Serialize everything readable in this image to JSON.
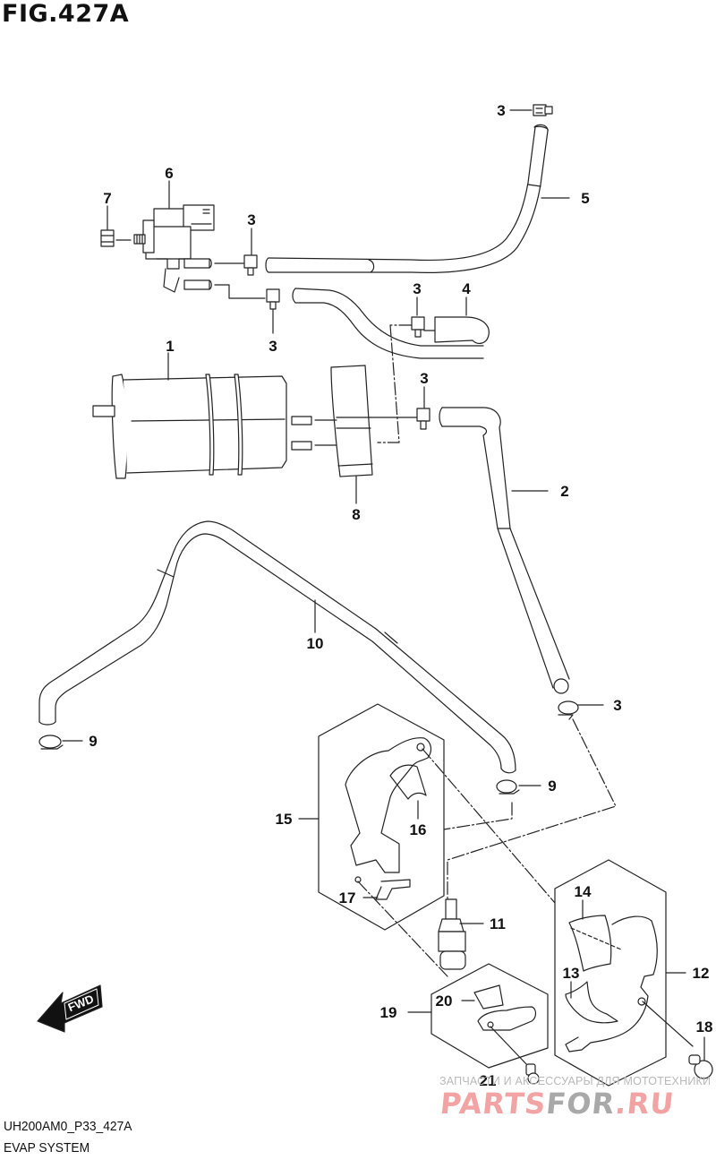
{
  "figure": {
    "title": "FIG.427A",
    "code": "UH200AM0_P33_427A",
    "name": "EVAP SYSTEM"
  },
  "direction_indicator": {
    "label": "FWD"
  },
  "callouts": [
    {
      "id": "c1",
      "label": "1",
      "part": "canister"
    },
    {
      "id": "c2",
      "label": "2",
      "part": "hose"
    },
    {
      "id": "c3a",
      "label": "3",
      "part": "clamp"
    },
    {
      "id": "c3b",
      "label": "3",
      "part": "clamp"
    },
    {
      "id": "c3c",
      "label": "3",
      "part": "clamp"
    },
    {
      "id": "c3d",
      "label": "3",
      "part": "clamp"
    },
    {
      "id": "c3e",
      "label": "3",
      "part": "clamp"
    },
    {
      "id": "c3f",
      "label": "3",
      "part": "clamp"
    },
    {
      "id": "c4",
      "label": "4",
      "part": "hose"
    },
    {
      "id": "c5",
      "label": "5",
      "part": "hose"
    },
    {
      "id": "c6",
      "label": "6",
      "part": "purge-valve"
    },
    {
      "id": "c7",
      "label": "7",
      "part": "nut"
    },
    {
      "id": "c8",
      "label": "8",
      "part": "canister-holder"
    },
    {
      "id": "c9a",
      "label": "9",
      "part": "clamp"
    },
    {
      "id": "c9b",
      "label": "9",
      "part": "clamp"
    },
    {
      "id": "c10",
      "label": "10",
      "part": "hose"
    },
    {
      "id": "c11",
      "label": "11",
      "part": "valve"
    },
    {
      "id": "c12",
      "label": "12",
      "part": "bracket-assy"
    },
    {
      "id": "c13",
      "label": "13",
      "part": "cushion"
    },
    {
      "id": "c14",
      "label": "14",
      "part": "cushion"
    },
    {
      "id": "c15",
      "label": "15",
      "part": "bracket-assy"
    },
    {
      "id": "c16",
      "label": "16",
      "part": "cushion"
    },
    {
      "id": "c17",
      "label": "17",
      "part": "clip"
    },
    {
      "id": "c18",
      "label": "18",
      "part": "bolt"
    },
    {
      "id": "c19",
      "label": "19",
      "part": "bracket-assy"
    },
    {
      "id": "c20",
      "label": "20",
      "part": "cushion"
    },
    {
      "id": "c21",
      "label": "21",
      "part": "screw"
    }
  ],
  "watermark": {
    "tagline": "ЗАПЧАСТИ И АКСЕССУАРЫ ДЛЯ МОТОТЕХНИКИ",
    "brand_part1": "PARTS",
    "brand_part2": "FOR",
    "brand_part3": ".RU"
  }
}
